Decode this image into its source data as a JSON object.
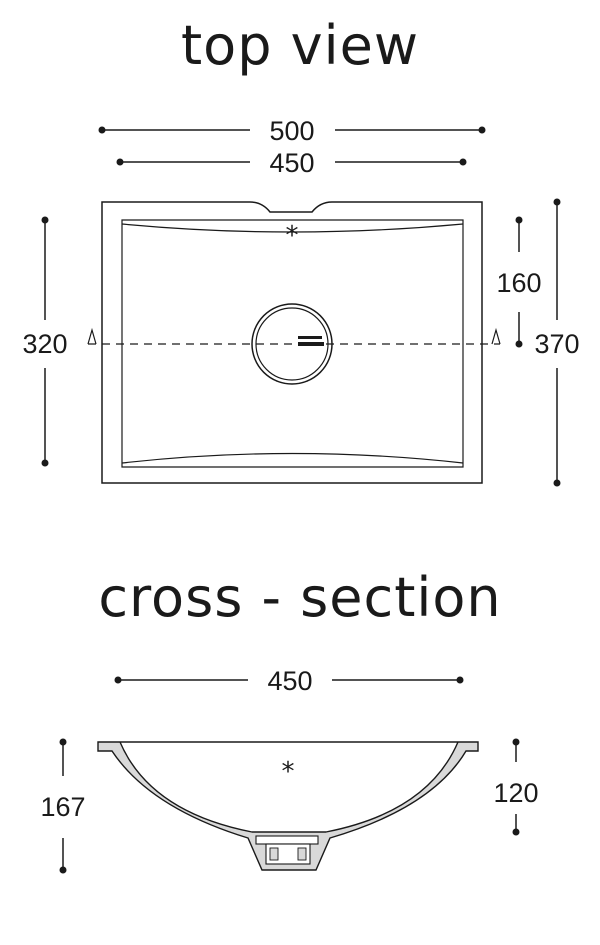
{
  "top_view": {
    "title": "top view",
    "dim_outer_width": "500",
    "dim_inner_width": "450",
    "dim_inner_height": "320",
    "dim_half_depth": "160",
    "dim_outer_height": "370",
    "asterisk": "*"
  },
  "cross_section": {
    "title": "cross - section",
    "dim_width": "450",
    "dim_total_height": "167",
    "dim_bowl_depth": "120",
    "asterisk": "*"
  }
}
